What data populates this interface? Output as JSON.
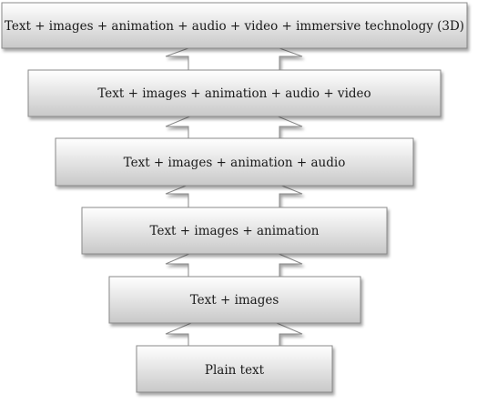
{
  "diagram": {
    "levels": [
      {
        "label": "Text + images + animation + audio + video + immersive technology (3D)"
      },
      {
        "label": "Text + images + animation + audio + video"
      },
      {
        "label": "Text + images + animation + audio"
      },
      {
        "label": "Text + images + animation"
      },
      {
        "label": "Text + images"
      },
      {
        "label": "Plain text"
      }
    ],
    "colors": {
      "box_top": "#ffffff",
      "box_bottom": "#c8c8c8",
      "box_border": "#8a8a8a",
      "arrow_fill": "#ffffff",
      "arrow_border": "#8a8a8a"
    }
  }
}
